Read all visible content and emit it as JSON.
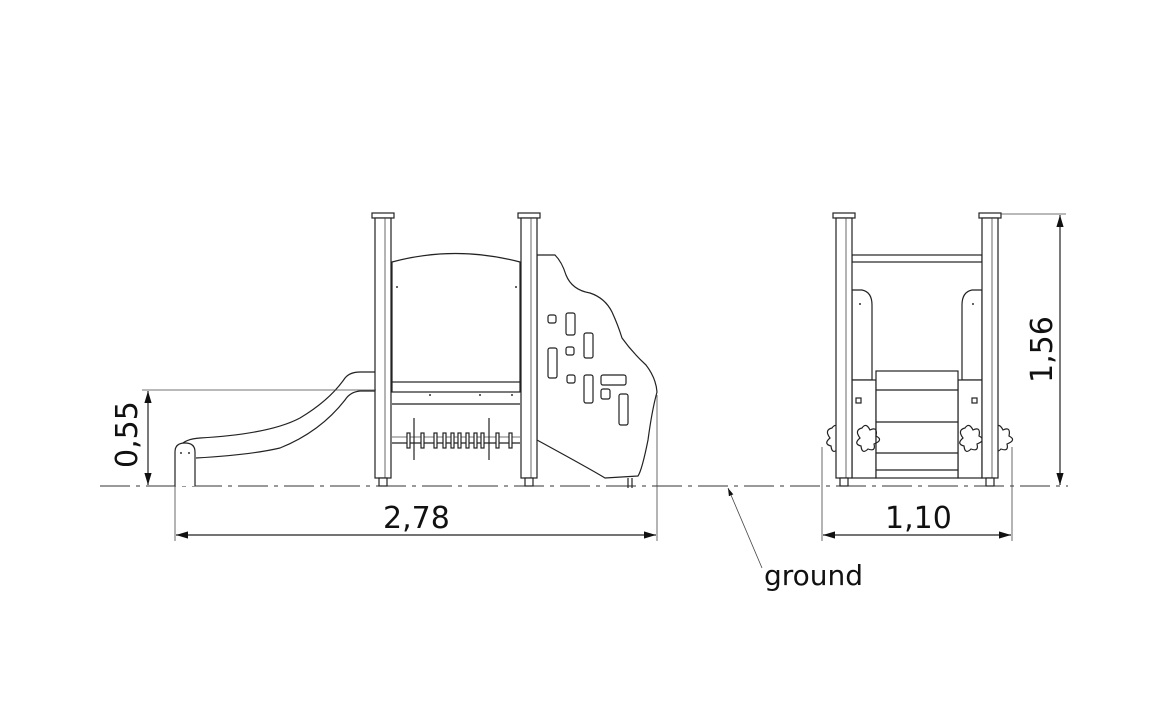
{
  "drawing": {
    "dimensions": {
      "slide_height": "0,55",
      "total_length": "2,78",
      "total_width": "1,10",
      "total_height": "1,56"
    },
    "ground_label": "ground"
  }
}
